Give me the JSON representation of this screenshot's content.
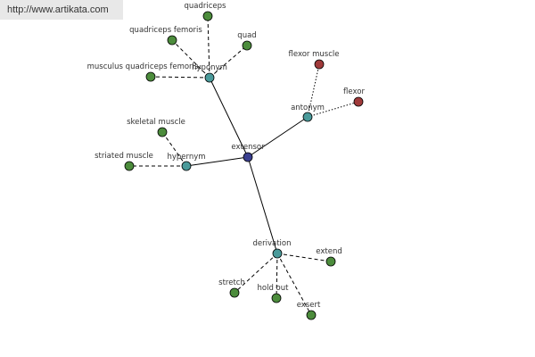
{
  "watermark": {
    "text": "http://www.artikata.com"
  },
  "colors": {
    "center": "#3a3f8f",
    "relation": "#4a9a9a",
    "synonym": "#4c8c3c",
    "antonym_term": "#a03a3a",
    "node_stroke": "#000000"
  },
  "graph": {
    "center": {
      "id": "extensor",
      "label": "extensor"
    },
    "relations": [
      {
        "id": "hyponym",
        "label": "hyponym",
        "terms": [
          {
            "id": "quadriceps",
            "label": "quadriceps"
          },
          {
            "id": "quadriceps-femoris",
            "label": "quadriceps femoris"
          },
          {
            "id": "quad",
            "label": "quad"
          },
          {
            "id": "musculus-quadriceps-femoris",
            "label": "musculus quadriceps femoris"
          }
        ]
      },
      {
        "id": "antonym",
        "label": "antonym",
        "terms": [
          {
            "id": "flexor-muscle",
            "label": "flexor muscle"
          },
          {
            "id": "flexor",
            "label": "flexor"
          }
        ]
      },
      {
        "id": "hypernym",
        "label": "hypernym",
        "terms": [
          {
            "id": "skeletal-muscle",
            "label": "skeletal muscle"
          },
          {
            "id": "striated-muscle",
            "label": "striated muscle"
          }
        ]
      },
      {
        "id": "derivation",
        "label": "derivation",
        "terms": [
          {
            "id": "extend",
            "label": "extend"
          },
          {
            "id": "stretch",
            "label": "stretch"
          },
          {
            "id": "hold-out",
            "label": "hold out"
          },
          {
            "id": "exsert",
            "label": "exsert"
          }
        ]
      }
    ]
  }
}
